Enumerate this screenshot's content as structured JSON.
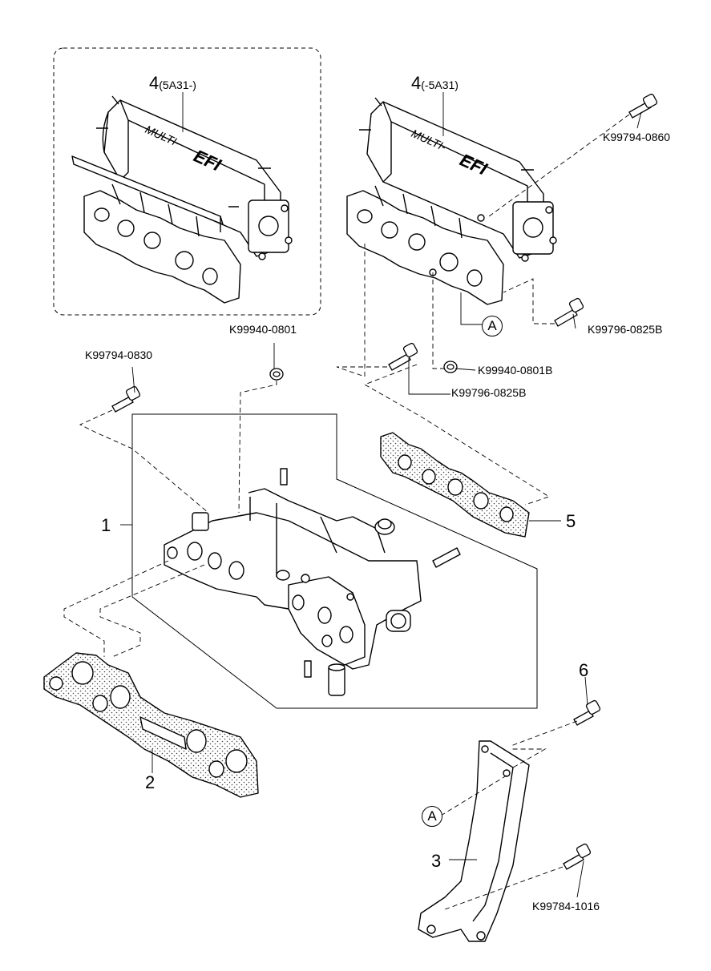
{
  "variants": [
    {
      "number": "4",
      "suffix": "(5A31-)"
    },
    {
      "number": "4",
      "suffix": "(-5A31)"
    }
  ],
  "efi_logo": {
    "multi": "MULTI-",
    "efi": "EFI"
  },
  "callout_letter": "A",
  "item_numbers": {
    "manifold": "1",
    "gasket_lower": "2",
    "bracket": "3",
    "gasket_upper": "5",
    "bolt": "6"
  },
  "part_refs": {
    "bolt_top_right": "K99794-0860",
    "bolt_right": "K99796-0825B",
    "nut_right": "K99940-0801B",
    "bolt_mid": "K99796-0825B",
    "nut_top": "K99940-0801",
    "bolt_left": "K99794-0830",
    "bolt_bracket": "K99784-1016"
  }
}
